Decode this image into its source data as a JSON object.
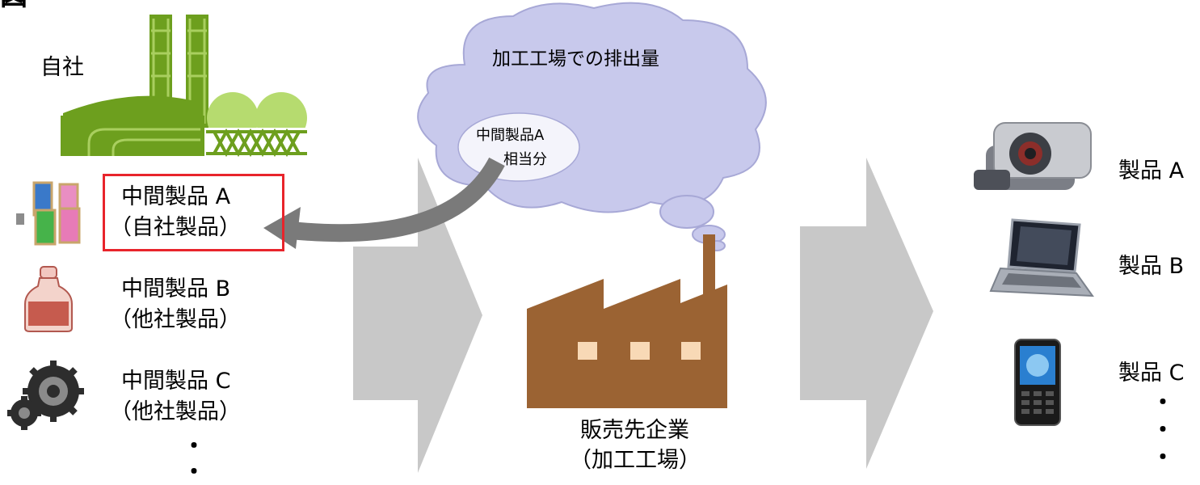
{
  "top_glyph": "図",
  "company": {
    "label": "自社"
  },
  "cloud": {
    "title": "加工工場での排出量",
    "inner_line1": "中間製品A",
    "inner_line2": "相当分"
  },
  "intermediates": [
    {
      "name": "中間製品 A",
      "sub": "（自社製品）",
      "highlight_color": "#e8242b"
    },
    {
      "name": "中間製品 B",
      "sub": "（他社製品）"
    },
    {
      "name": "中間製品 C",
      "sub": "（他社製品）"
    }
  ],
  "left_ellipsis": [
    "・",
    "・"
  ],
  "factory": {
    "line1": "販売先企業",
    "line2": "（加工工場）"
  },
  "products": [
    {
      "name": "製品 A"
    },
    {
      "name": "製品 B"
    },
    {
      "name": "製品 C"
    }
  ],
  "right_ellipsis": [
    "・",
    "・",
    "・"
  ],
  "colors": {
    "plant_green": "#6d9f1e",
    "cloud_fill": "#c8c9ec",
    "arrow_gray": "#c8c8c8",
    "curve_arrow": "#7a7a7a",
    "factory_brown": "#9b6333",
    "window": "#f8d9b6"
  },
  "icons": {
    "company": "power-plant-icon",
    "product_a": "video-camera-icon",
    "product_b": "laptop-icon",
    "product_c": "mobile-phone-icon",
    "intermediate_a": "thread-spools-icon",
    "intermediate_b": "bottle-icon",
    "intermediate_c": "gears-icon"
  }
}
